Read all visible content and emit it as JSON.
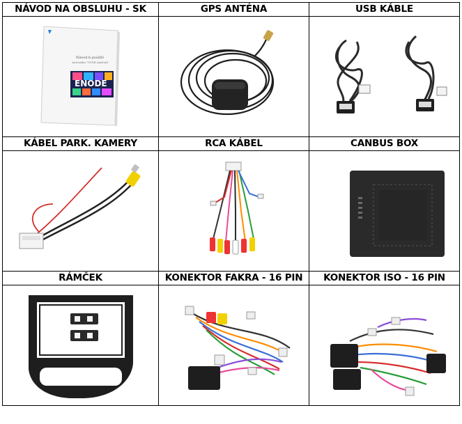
{
  "table": {
    "rows": [
      {
        "headers": [
          "NÁVOD NA OBSLUHU - SK",
          "GPS ANTÉNA",
          "USB KÁBLE"
        ],
        "images": [
          "manual-booklet",
          "gps-antenna",
          "usb-cables"
        ]
      },
      {
        "headers": [
          "KÁBEL PARK. KAMERY",
          "RCA KÁBEL",
          "CANBUS BOX"
        ],
        "images": [
          "parking-camera-cable",
          "rca-cable",
          "canbus-box"
        ]
      },
      {
        "headers": [
          "RÁMČEK",
          "KONEKTOR FAKRA - 16 PIN",
          "KONEKTOR ISO - 16 PIN"
        ],
        "images": [
          "dash-frame",
          "fakra-16pin-connector",
          "iso-16pin-connector"
        ]
      }
    ]
  },
  "manual": {
    "cover_title": "Návod k použití",
    "cover_subtitle": "Autorádio 7018B Android",
    "logo_text": "ENODE"
  }
}
